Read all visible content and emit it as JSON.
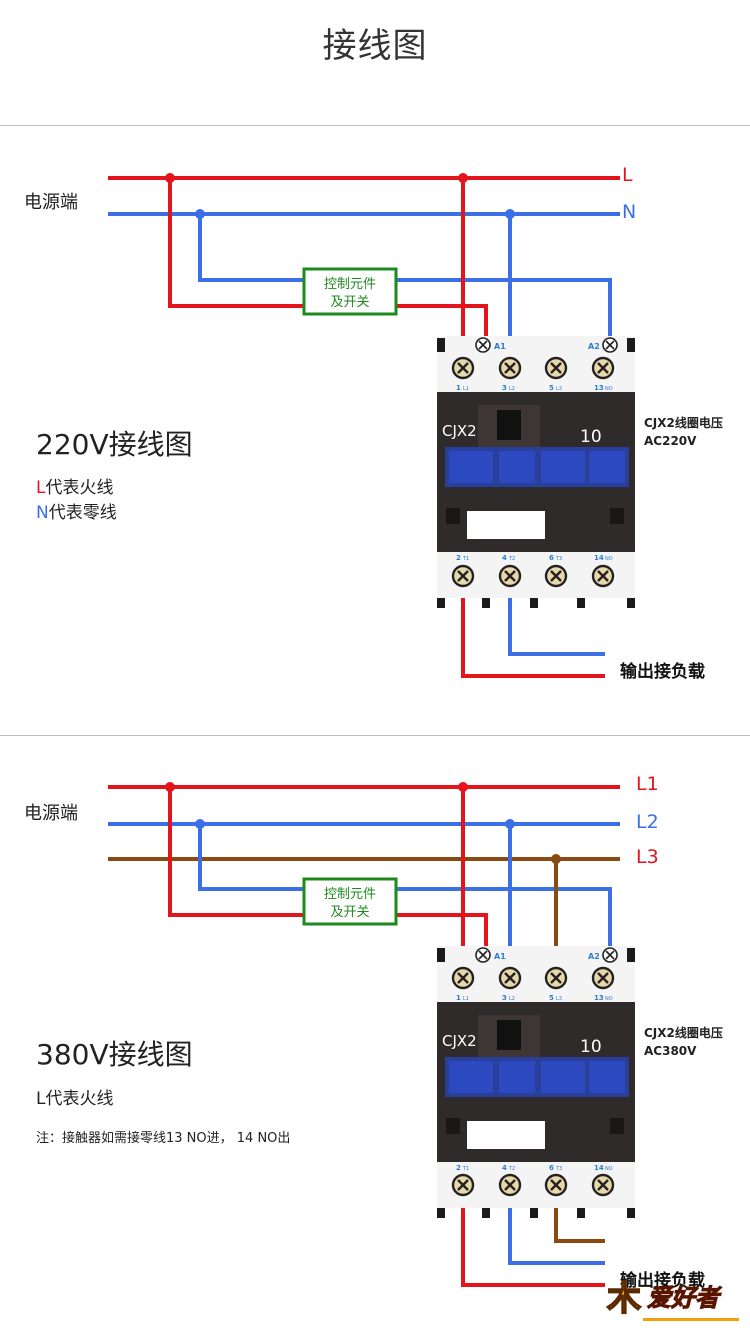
{
  "page_title": "接线图",
  "colors": {
    "live": "#e3141b",
    "neutral": "#3b6fe6",
    "phase3": "#8a4b12",
    "control_box": "#1e8a1e"
  },
  "d220": {
    "source_label": "电源端",
    "lines": [
      "L",
      "N"
    ],
    "control_box": [
      "控制元件",
      "及开关"
    ],
    "heading": "220V接线图",
    "legend": {
      "l_letter": "L",
      "l_text": "代表火线",
      "n_letter": "N",
      "n_text": "代表零线"
    },
    "coil": [
      "CJX2线圈电压",
      "AC220V"
    ],
    "output": "输出接负载",
    "contactor": {
      "brand": "CJX2",
      "model": "10",
      "coil_terminals": [
        "A1",
        "A2"
      ],
      "top_terminals": [
        {
          "n": "1",
          "s": "L1"
        },
        {
          "n": "3",
          "s": "L2"
        },
        {
          "n": "5",
          "s": "L3"
        },
        {
          "n": "13",
          "s": "NO"
        }
      ],
      "bottom_terminals": [
        {
          "n": "2",
          "s": "T1"
        },
        {
          "n": "4",
          "s": "T2"
        },
        {
          "n": "6",
          "s": "T3"
        },
        {
          "n": "14",
          "s": "NO"
        }
      ]
    }
  },
  "d380": {
    "source_label": "电源端",
    "lines": [
      "L1",
      "L2",
      "L3"
    ],
    "control_box": [
      "控制元件",
      "及开关"
    ],
    "heading": "380V接线图",
    "legend": "L代表火线",
    "note": "注：接触器如需接零线13 NO进， 14 NO出",
    "coil": [
      "CJX2线圈电压",
      "AC380V"
    ],
    "output": "输出接负载",
    "contactor": {
      "brand": "CJX2",
      "model": "10",
      "coil_terminals": [
        "A1",
        "A2"
      ],
      "top_terminals": [
        {
          "n": "1",
          "s": "L1"
        },
        {
          "n": "3",
          "s": "L2"
        },
        {
          "n": "5",
          "s": "L3"
        },
        {
          "n": "13",
          "s": "NO"
        }
      ],
      "bottom_terminals": [
        {
          "n": "2",
          "s": "T1"
        },
        {
          "n": "4",
          "s": "T2"
        },
        {
          "n": "6",
          "s": "T3"
        },
        {
          "n": "14",
          "s": "NO"
        }
      ]
    }
  },
  "watermark": "爱好者"
}
